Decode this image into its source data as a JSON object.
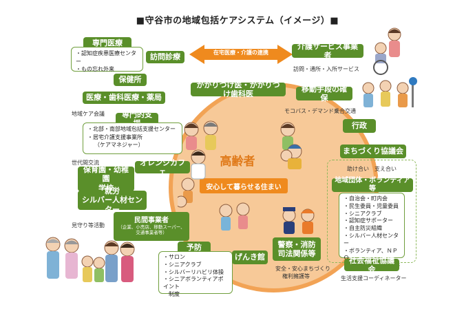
{
  "title": "■守谷市の地域包括ケアシステム（イメージ）■",
  "center": {
    "main": "高齢者",
    "sub": "安心して暮らせる住まい"
  },
  "arrow_label": "在宅医療・介護の連携",
  "medical": {
    "specialist": "専門医療",
    "specialist_items": [
      "・認知症疾患医療センター",
      "・もの忘れ外来"
    ],
    "home_visit": "訪問診療",
    "health_center": "保健所",
    "medical_dental": "医療・歯科医療・薬局",
    "family_doctor": "かかりつけ医・かかりつけ歯科医"
  },
  "care": {
    "services": "介護サービス事業者",
    "services_note": "訪問・通所・入所サービス",
    "mobility": "移動手段の確保",
    "mobility_note": "モコバス・デマンド乗合交通",
    "admin": "行政"
  },
  "support": {
    "community_meeting": "地域ケア会議",
    "title": "専門的支援",
    "items": [
      "・北部・南部地域包括支援センター",
      "・居宅介護支援事業所",
      "（ケアマネジャー）"
    ]
  },
  "orange_cafe": "オレンジカフェ",
  "generations": {
    "note": "世代間交流",
    "nursery": "保育園・幼稚園",
    "school": "学校"
  },
  "employment": {
    "line1": "就労",
    "line2": "シルバー人材センター"
  },
  "watch_note": "見守り等活動",
  "private": {
    "title": "民間事業者",
    "detail": "（企業、小売店、移動スーパー、交通事業者等）"
  },
  "prevention": {
    "title": "予防",
    "items": [
      "・サロン",
      "・シニアクラブ",
      "・シルバーリハビリ体操",
      "・シニアボランティアポイント",
      "制度"
    ]
  },
  "health_hall": "げんき館",
  "police": {
    "title1": "警察・消防",
    "title2": "司法関係等",
    "note1": "安全・安心まちづくり",
    "note2": "権利擁護等"
  },
  "town": {
    "council": "まちづくり協議会",
    "mutual": "助け合い　支え合い",
    "groups": "地域団体・ボランティア等",
    "items": [
      "・自治会・町内会",
      "・民生委員・児童委員",
      "・シニアクラブ",
      "・認知症サポーター",
      "・自主防災組織",
      "・シルバー人材センター",
      "・ボランティア、ＮＰＯ",
      "等"
    ],
    "welfare": "社会福祉協議会",
    "coordinator": "生活支援コーディネーター"
  },
  "colors": {
    "green": "#5a8f2a",
    "orange": "#ef8a1e",
    "circle": "#f7c998"
  }
}
